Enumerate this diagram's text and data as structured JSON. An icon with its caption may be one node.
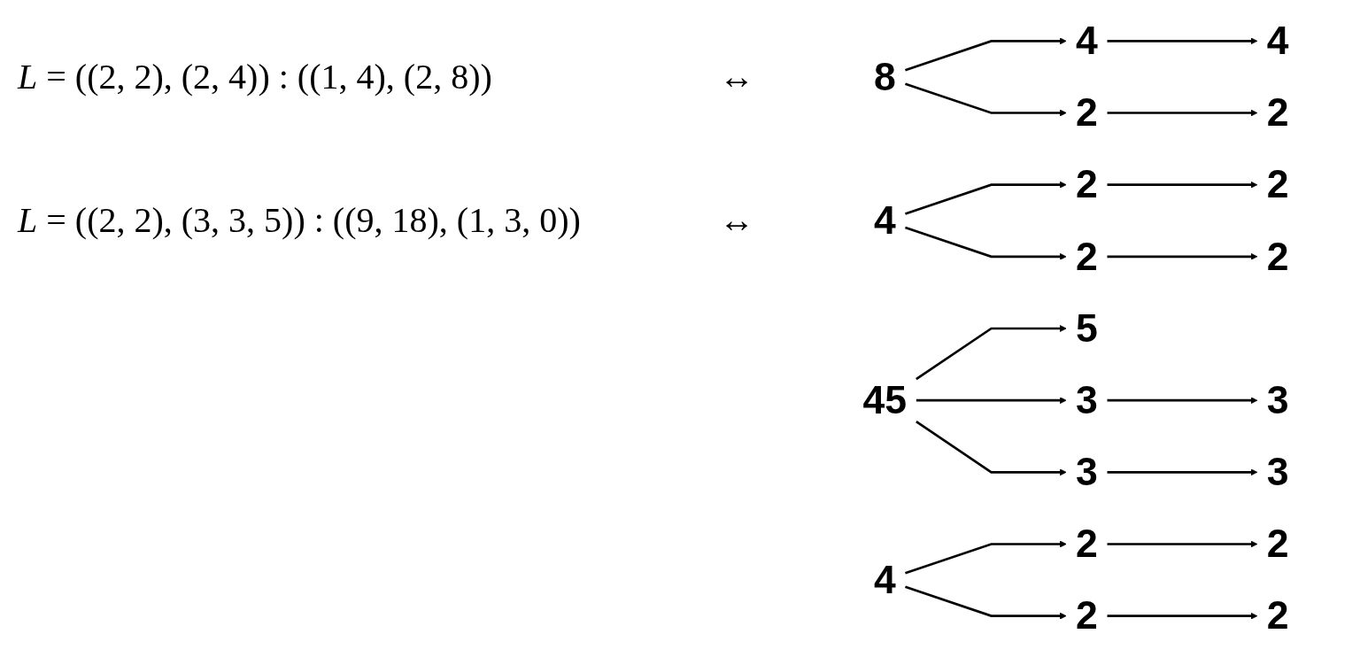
{
  "diagram": {
    "nodes": [
      {
        "text": [
          "8"
        ]
      },
      {
        "text": [
          "4"
        ]
      },
      {
        "text": [
          "4"
        ]
      },
      {
        "text": [
          "2"
        ]
      },
      {
        "text": [
          "2"
        ]
      },
      {
        "text": [
          "2"
        ]
      },
      {
        "text": [
          "4"
        ]
      },
      {
        "text": [
          "2"
        ]
      },
      {
        "text": [
          "2"
        ]
      },
      {
        "text": [
          "2"
        ]
      },
      {
        "text": [
          "45"
        ]
      },
      {
        "text": [
          "4"
        ]
      },
      {
        "text": [
          "5"
        ]
      },
      {
        "text": [
          "3"
        ]
      },
      {
        "text": [
          "3"
        ]
      },
      {
        "text": [
          "2"
        ]
      },
      {
        "text": [
          "2"
        ]
      },
      {
        "text": [
          "2"
        ]
      },
      {
        "text": [
          "2"
        ]
      },
      {
        "text": [
          "3"
        ]
      },
      {
        "text": [
          "3"
        ]
      }
    ],
    "edges": [
      {
        "from": 0,
        "to": 2,
        "arrow": "to"
      },
      {
        "from": 0,
        "to": 3,
        "arrow": "to"
      },
      {
        "from": 1,
        "to": 4,
        "arrow": "to"
      },
      {
        "from": 1,
        "to": 5,
        "arrow": "to"
      },
      {
        "from": 2,
        "to": 6,
        "arrow": "to"
      },
      {
        "from": 3,
        "to": 8,
        "arrow": "to"
      },
      {
        "from": 4,
        "to": 7,
        "arrow": "to"
      },
      {
        "from": 5,
        "to": 9,
        "arrow": "to"
      },
      {
        "from": 10,
        "to": 12,
        "arrow": "to"
      },
      {
        "from": 10,
        "to": 13,
        "arrow": "to"
      },
      {
        "from": 10,
        "to": 14,
        "arrow": "to"
      },
      {
        "from": 11,
        "to": 15,
        "arrow": "to"
      },
      {
        "from": 11,
        "to": 16,
        "arrow": "to"
      },
      {
        "from": 13,
        "to": 19,
        "arrow": "to"
      },
      {
        "from": 14,
        "to": 20,
        "arrow": "to"
      },
      {
        "from": 15,
        "to": 17,
        "arrow": "to"
      },
      {
        "from": 16,
        "to": 18,
        "arrow": "to"
      }
    ],
    "labels": [
      "*L* = ((2, 2), (2, 4)) : ((1, 4), (2, 8))",
      "↔",
      "*L* = ((2, 2), (3, 3, 5)) : ((9, 18), (1, 3, 0))",
      "↔"
    ]
  }
}
